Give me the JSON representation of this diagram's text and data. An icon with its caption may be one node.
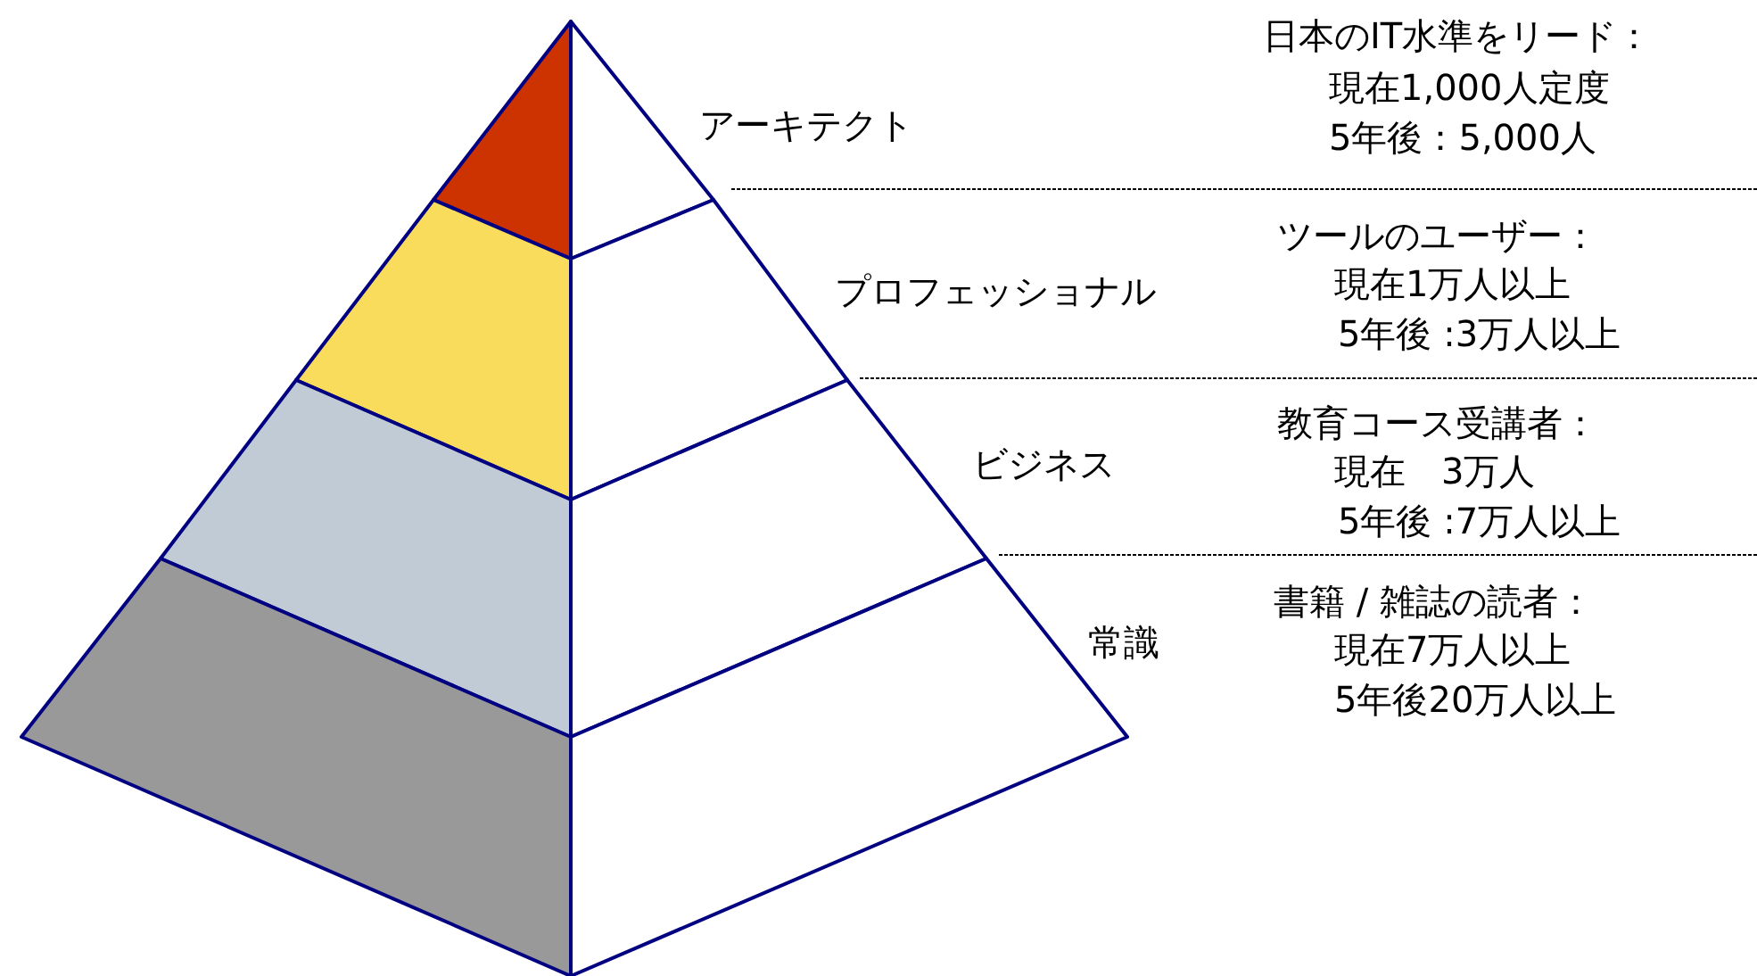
{
  "diagram": {
    "nodes": [
      {
        "text": [
          "アーキテクト"
        ]
      },
      {
        "text": [
          "プロフェッショナル"
        ]
      },
      {
        "text": [
          "ビジネス"
        ]
      },
      {
        "text": [
          "常識"
        ]
      }
    ],
    "labels": [
      "日本のIT水準をリード：",
      "現在1,000人定度",
      "5年後：5,000人",
      "ツールのユーザー：",
      "現在1万人以上",
      "5年後 :3万人以上",
      "教育コース受講者：",
      "現在　3万人",
      "5年後 :7万人以上",
      "書籍 / 雑誌の読者：",
      "現在7万人以上",
      "5年後20万人以上"
    ]
  }
}
